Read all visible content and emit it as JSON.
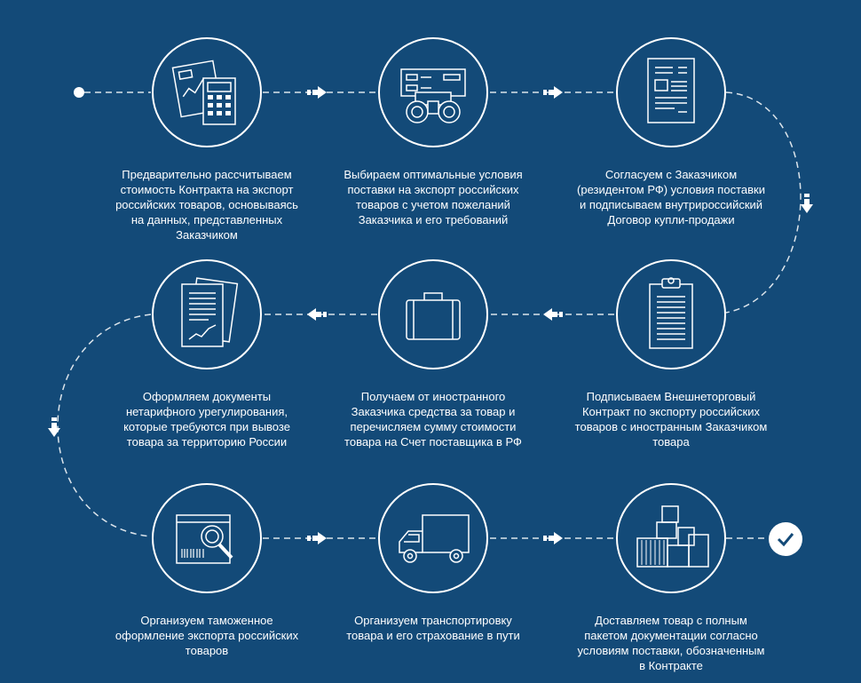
{
  "steps": [
    {
      "icon": "calculator-icon",
      "text": "Предварительно рассчитываем стоимость Контракта на экспорт российских товаров, основываясь на данных, представленных Заказчиком"
    },
    {
      "icon": "binoculars-icon",
      "text": "Выбираем оптимальные условия поставки на экспорт российских товаров с учетом пожеланий Заказчика и его требований"
    },
    {
      "icon": "contract-document-icon",
      "text": "Согласуем с Заказчиком (резидентом РФ) условия поставки и подписываем внутрироссийский Договор купли-продажи"
    },
    {
      "icon": "clipboard-icon",
      "text": "Подписываем Внешнеторговый Контракт по экспорту российских товаров с иностранным Заказчиком товара"
    },
    {
      "icon": "briefcase-icon",
      "text": "Получаем от иностранного Заказчика средства за товар и перечисляем сумму стоимости товара на Счет поставщика в РФ"
    },
    {
      "icon": "documents-chart-icon",
      "text": "Оформляем документы нетарифного урегулирования, которые требуются при вывозе товара за территорию России"
    },
    {
      "icon": "customs-box-search-icon",
      "text": "Организуем таможенное оформление экспорта российских товаров"
    },
    {
      "icon": "truck-icon",
      "text": "Организуем транспортировку товара и его страхование в пути"
    },
    {
      "icon": "cargo-containers-icon",
      "text": "Доставляем товар с полным пакетом документации согласно условиям поставки, обозначенным в Контракте"
    }
  ],
  "colors": {
    "background": "#134a78",
    "line": "#ffffff"
  }
}
